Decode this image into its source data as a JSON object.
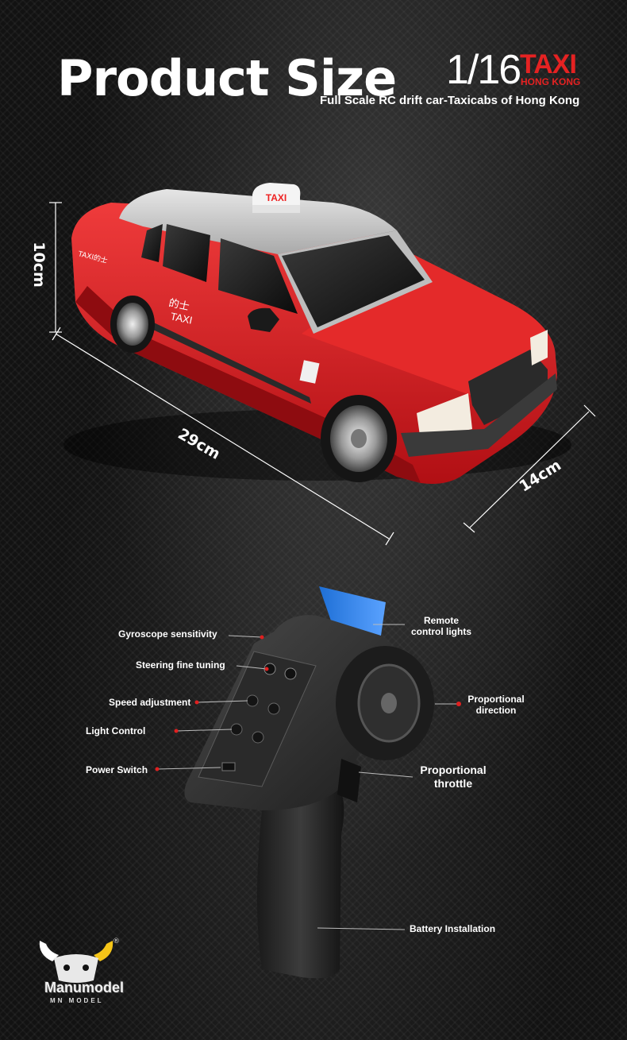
{
  "header": {
    "title": "Product Size",
    "scale": "1/16",
    "brand_word": "TAXI",
    "brand_sub": "HONG KONG",
    "subtitle": "Full Scale RC drift car-Taxicabs of Hong Kong"
  },
  "car": {
    "roof_sign": "TAXI",
    "door_text_cn": "的士",
    "door_text_en": "TAXI",
    "side_text": "TAXI的士"
  },
  "dimensions": {
    "height": "10cm",
    "length": "29cm",
    "width": "14cm"
  },
  "remote": {
    "labels": {
      "gyroscope": "Gyroscope sensitivity",
      "steering": "Steering fine tuning",
      "speed": "Speed adjustment",
      "light": "Light Control",
      "power": "Power Switch",
      "lights_line1": "Remote",
      "lights_line2": "control lights",
      "direction_line1": "Proportional",
      "direction_line2": "direction",
      "throttle_line1": "Proportional",
      "throttle_line2": "throttle",
      "battery": "Battery Installation"
    }
  },
  "logo": {
    "name": "Manumodel",
    "sub": "MN MODEL",
    "reg": "®"
  },
  "colors": {
    "taxi_red": "#e52222",
    "car_red": "#d8171b",
    "roof_silver": "#c9c9c9",
    "remote_blue": "#2f7fe0",
    "callout_dot": "#e02020"
  }
}
